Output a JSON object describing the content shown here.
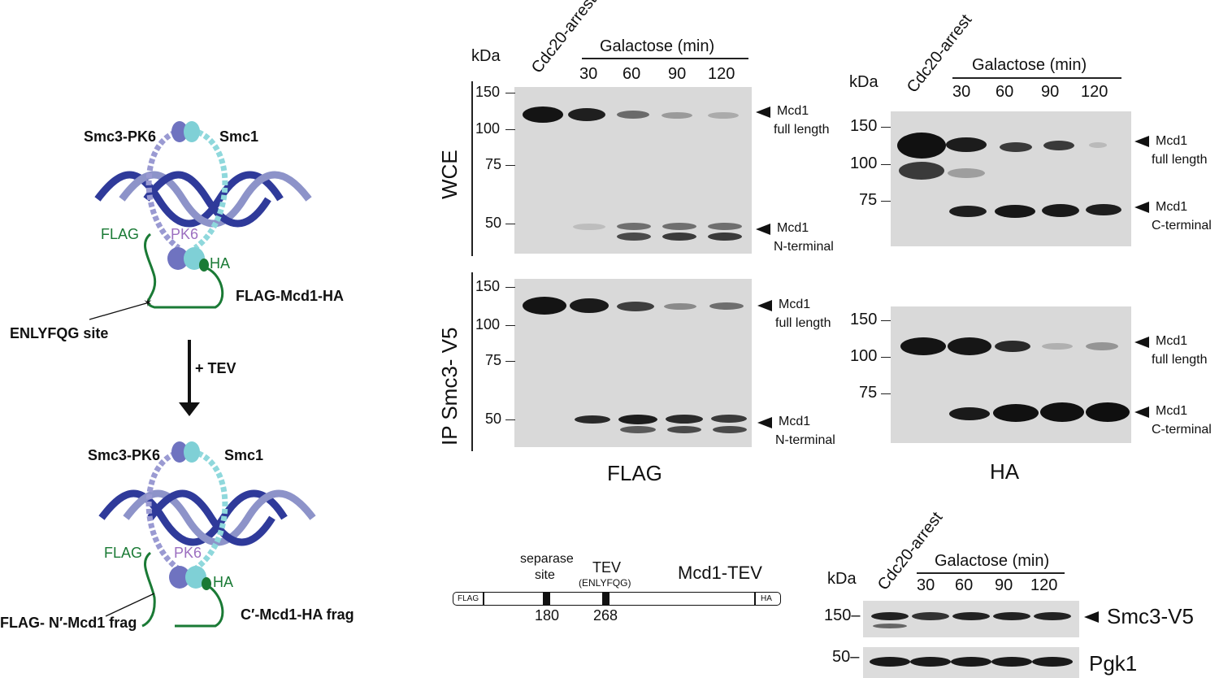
{
  "schematic": {
    "top": {
      "smc3": "Smc3-PK6",
      "smc1": "Smc1",
      "flag": "FLAG",
      "pk6": "PK6",
      "ha": "HA",
      "construct": "FLAG-Mcd1-HA",
      "site": "ENLYFQG site"
    },
    "arrow_label": "+ TEV",
    "bottom": {
      "smc3": "Smc3-PK6",
      "smc1": "Smc1",
      "flag": "FLAG",
      "pk6": "PK6",
      "ha": "HA",
      "n_frag": "FLAG- N′-Mcd1 frag",
      "c_frag": "C′-Mcd1-HA frag"
    }
  },
  "lanes": {
    "arrest": "Cdc20-arrest",
    "galactose": "Galactose (min)",
    "times": [
      "30",
      "60",
      "90",
      "120"
    ]
  },
  "kda": "kDa",
  "row_labels": {
    "wce": "WCE",
    "ip": "IP Smc3- V5"
  },
  "flag_panel": {
    "title": "FLAG",
    "wce_markers": [
      "150",
      "100",
      "75",
      "50"
    ],
    "ip_markers": [
      "150",
      "100",
      "75",
      "50"
    ],
    "fl_line1": "Mcd1",
    "fl_line2": "full length",
    "nt_line1": "Mcd1",
    "nt_line2": "N-terminal"
  },
  "ha_panel": {
    "title": "HA",
    "wce_markers": [
      "150",
      "100",
      "75"
    ],
    "ip_markers": [
      "150",
      "100",
      "75"
    ],
    "fl_line1": "Mcd1",
    "fl_line2": "full length",
    "ct_line1": "Mcd1",
    "ct_line2": "C-terminal"
  },
  "construct_map": {
    "separase1": "separase",
    "separase2": "site",
    "tev1": "TEV",
    "tev2": "(ENLYFQG)",
    "name": "Mcd1-TEV",
    "flag": "FLAG",
    "ha": "HA",
    "pos1": "180",
    "pos2": "268"
  },
  "loading": {
    "m150": "150–",
    "m50": "50–",
    "smc3": "Smc3-V5",
    "pgk1": "Pgk1"
  },
  "colors": {
    "smc3": "#7b7fc4",
    "smc1": "#7fd0d6",
    "dna": "#2f3a9a",
    "mcd1": "#1a7a35",
    "pk6": "#9c6fc0"
  }
}
